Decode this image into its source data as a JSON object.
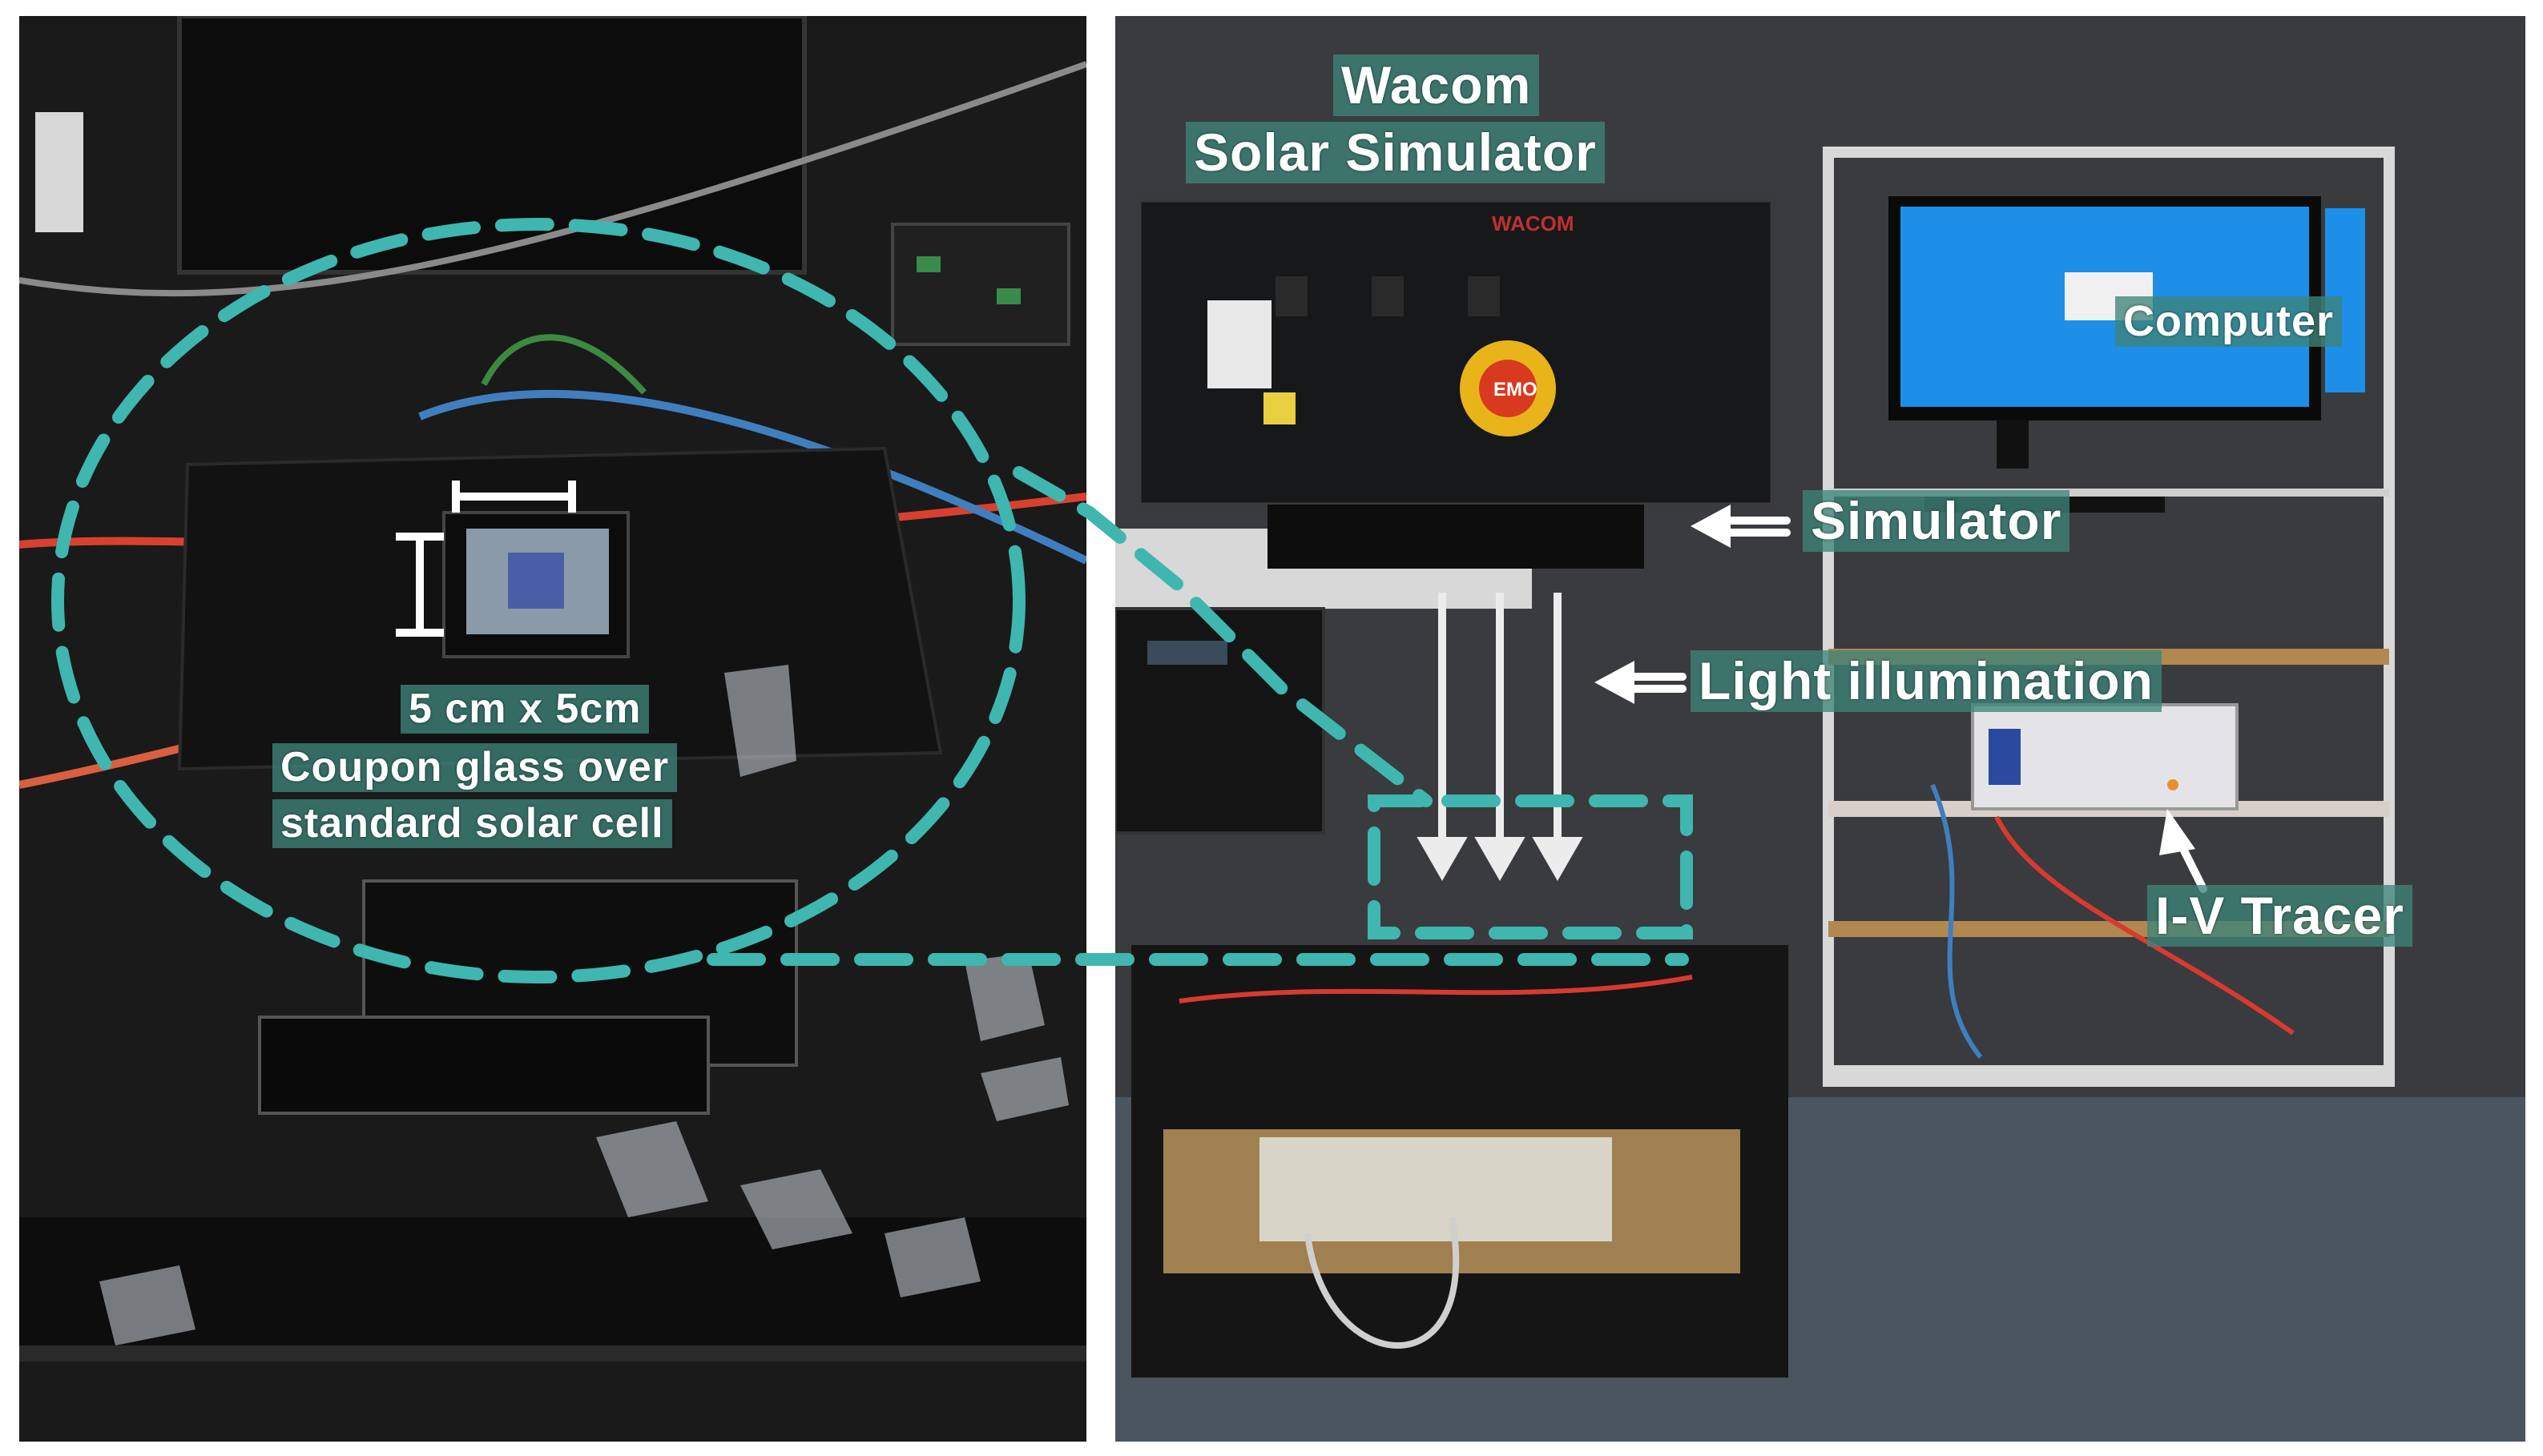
{
  "labels": {
    "coupon_size": "5 cm x 5cm",
    "coupon_line1": "Coupon glass over",
    "coupon_line2": "standard solar cell",
    "wacom_line1": "Wacom",
    "wacom_line2": "Solar Simulator",
    "computer": "Computer",
    "simulator": "Simulator",
    "light": "Light illumination",
    "iv_tracer": "I-V Tracer"
  },
  "device_marks": {
    "brand": "WACOM",
    "emo_button": "EMO"
  },
  "colors": {
    "annotation_dashes": "#3fb6b0",
    "label_background": "#3e847a",
    "screen_blue": "#1d8fe8",
    "emo_button": "#e8b41a"
  },
  "icons": [
    "white-arrow-icon",
    "dimension-bracket-icon"
  ]
}
